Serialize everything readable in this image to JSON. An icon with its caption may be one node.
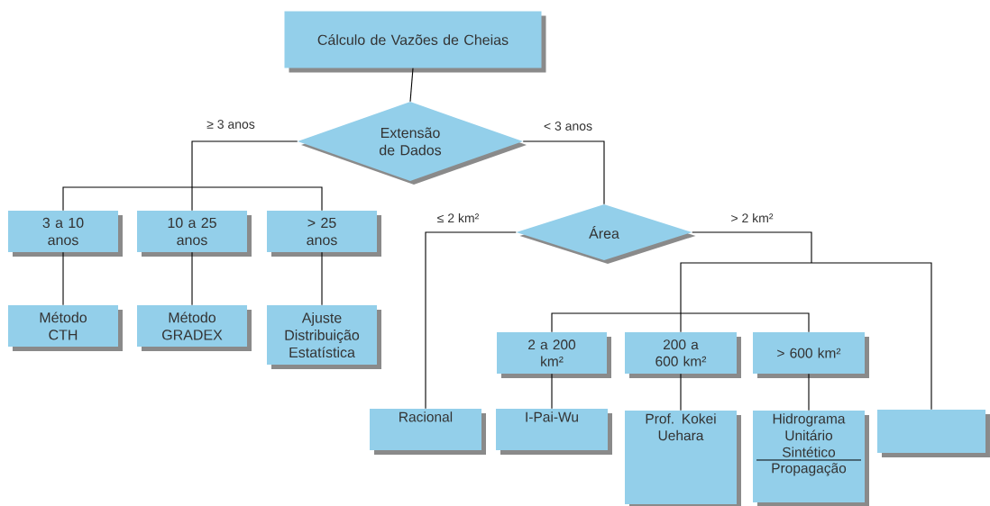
{
  "diagram": {
    "nodes": [
      {
        "text": [
          "Cálculo de Vazões de Cheias"
        ]
      },
      {
        "text": [
          "Extensão de Dados"
        ]
      },
      {
        "text": [
          "3 a 10 anos"
        ]
      },
      {
        "text": [
          "10 a 25 anos"
        ]
      },
      {
        "text": [
          "> 25 anos"
        ]
      },
      {
        "text": [
          "Método CTH"
        ]
      },
      {
        "text": [
          "Método GRADEX"
        ]
      },
      {
        "text": [
          "Ajuste Distribuição Estatística"
        ]
      },
      {
        "text": [
          "Área"
        ]
      },
      {
        "text": [
          "2 a 200 km²"
        ]
      },
      {
        "text": [
          "200 a 600 km²"
        ]
      },
      {
        "text": [
          "> 600 km²"
        ]
      },
      {
        "text": [
          "Racional"
        ]
      },
      {
        "text": [
          "I-Pai-Wu"
        ]
      },
      {
        "text": [
          "Prof. Kokei Uehara"
        ]
      },
      {
        "text": [
          "Hidrograma Unitário Sintético",
          "Propagação"
        ]
      },
      {
        "text": [],
        "shape": "box"
      }
    ],
    "edges": [
      {
        "from": 0,
        "to": 1,
        "arrow": "none"
      },
      {
        "from": 1,
        "to": 2,
        "arrow": "none",
        "label": "≥ 3 anos"
      },
      {
        "from": 1,
        "to": 3,
        "arrow": "none"
      },
      {
        "from": 1,
        "to": 4,
        "arrow": "none"
      },
      {
        "from": 1,
        "to": 8,
        "arrow": "none",
        "label": "< 3 anos"
      },
      {
        "from": 2,
        "to": 5,
        "arrow": "none"
      },
      {
        "from": 3,
        "to": 6,
        "arrow": "none"
      },
      {
        "from": 4,
        "to": 7,
        "arrow": "none"
      },
      {
        "from": 8,
        "to": 12,
        "arrow": "none",
        "label": "≤ 2 km²"
      },
      {
        "from": 8,
        "to": 9,
        "arrow": "none",
        "label": "> 2 km²"
      },
      {
        "from": 8,
        "to": 10,
        "arrow": "none"
      },
      {
        "from": 8,
        "to": 11,
        "arrow": "none"
      },
      {
        "from": 8,
        "to": 16,
        "arrow": "none"
      },
      {
        "from": 9,
        "to": 13,
        "arrow": "none"
      },
      {
        "from": 10,
        "to": 14,
        "arrow": "none"
      },
      {
        "from": 11,
        "to": 15,
        "arrow": "none"
      }
    ]
  }
}
